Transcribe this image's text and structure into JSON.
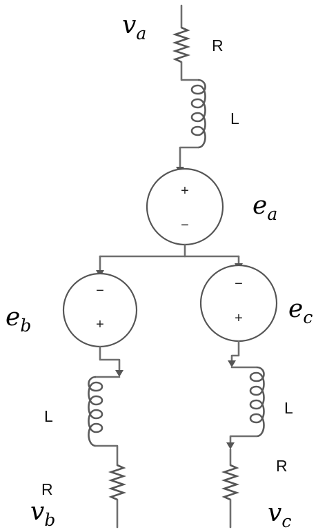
{
  "labels": {
    "resistor": "R",
    "inductor": "L",
    "plus": "+",
    "minus": "−"
  },
  "voltages": {
    "va": {
      "base": "v",
      "sub": "a"
    },
    "vb": {
      "base": "v",
      "sub": "b"
    },
    "vc": {
      "base": "v",
      "sub": "c"
    }
  },
  "emfs": {
    "ea": {
      "base": "e",
      "sub": "a"
    },
    "eb": {
      "base": "e",
      "sub": "b"
    },
    "ec": {
      "base": "e",
      "sub": "c"
    }
  }
}
